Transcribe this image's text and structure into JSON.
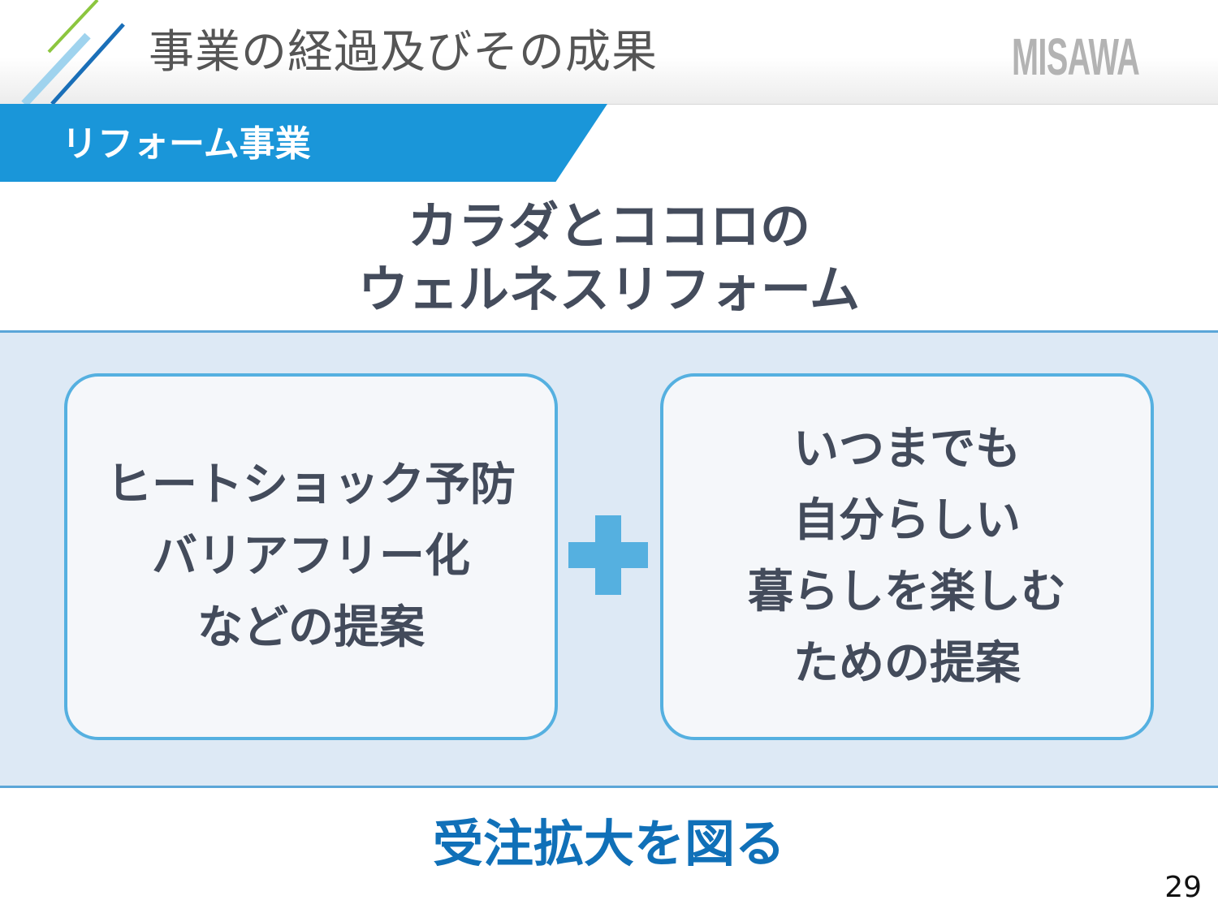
{
  "header": {
    "title": "事業の経過及びその成果",
    "logo_text": "MISAWA"
  },
  "section": {
    "label": "リフォーム事業"
  },
  "headline": {
    "lines": [
      "カラダとココロの",
      "ウェルネスリフォーム"
    ]
  },
  "cards": [
    {
      "lines": [
        "ヒートショック予防",
        "バリアフリー化",
        "などの提案"
      ]
    },
    {
      "lines": [
        "いつまでも",
        "自分らしい",
        "暮らしを楽しむ",
        "ための提案"
      ]
    }
  ],
  "plus_icon": "plus-icon",
  "conclusion": "受注拡大を図る",
  "page_number": "29",
  "colors": {
    "accent_blue": "#1a96d9",
    "card_border": "#55b0e0",
    "band_background": "#dde9f5",
    "text_dark": "#434b5b",
    "conclusion_blue": "#1070b8",
    "logo_gray": "#b3b3b3"
  }
}
